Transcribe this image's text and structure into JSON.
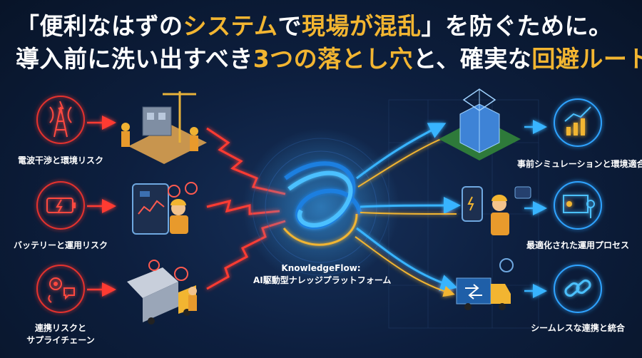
{
  "headline": {
    "line1": {
      "part1": "「便利なはずの",
      "accent1": "システム",
      "part2": "で",
      "accent2": "現場が混乱",
      "part3": "」を防ぐために。"
    },
    "line2": {
      "part1": "導入前に洗い出すべき",
      "accent1": "3つの落とし穴",
      "part2": "と、確実な",
      "accent2": "回避ルート",
      "part3": "。"
    }
  },
  "risks": [
    {
      "label": "電波干渉と環境リスク",
      "icon": "signal-tower-icon"
    },
    {
      "label": "バッテリーと運用リスク",
      "icon": "low-battery-icon"
    },
    {
      "label_line1": "連携リスクと",
      "label_line2": "サプライチェーン",
      "icon": "gears-chat-icon"
    }
  ],
  "hub": {
    "line1": "KnowledgeFlow:",
    "line2": "AI駆動型ナレッジプラットフォーム"
  },
  "outcomes": [
    {
      "label": "事前シミュレーションと環境適合",
      "icon": "rising-chart-icon"
    },
    {
      "label": "最適化された運用プロセス",
      "icon": "presentation-icon"
    },
    {
      "label": "シームレスな連携と統合",
      "icon": "chain-link-icon"
    }
  ],
  "colors": {
    "background": "#0b1a33",
    "risk_red": "#e5322d",
    "accent_gold": "#f2b531",
    "flow_blue": "#2fa3ff",
    "white": "#ffffff"
  }
}
